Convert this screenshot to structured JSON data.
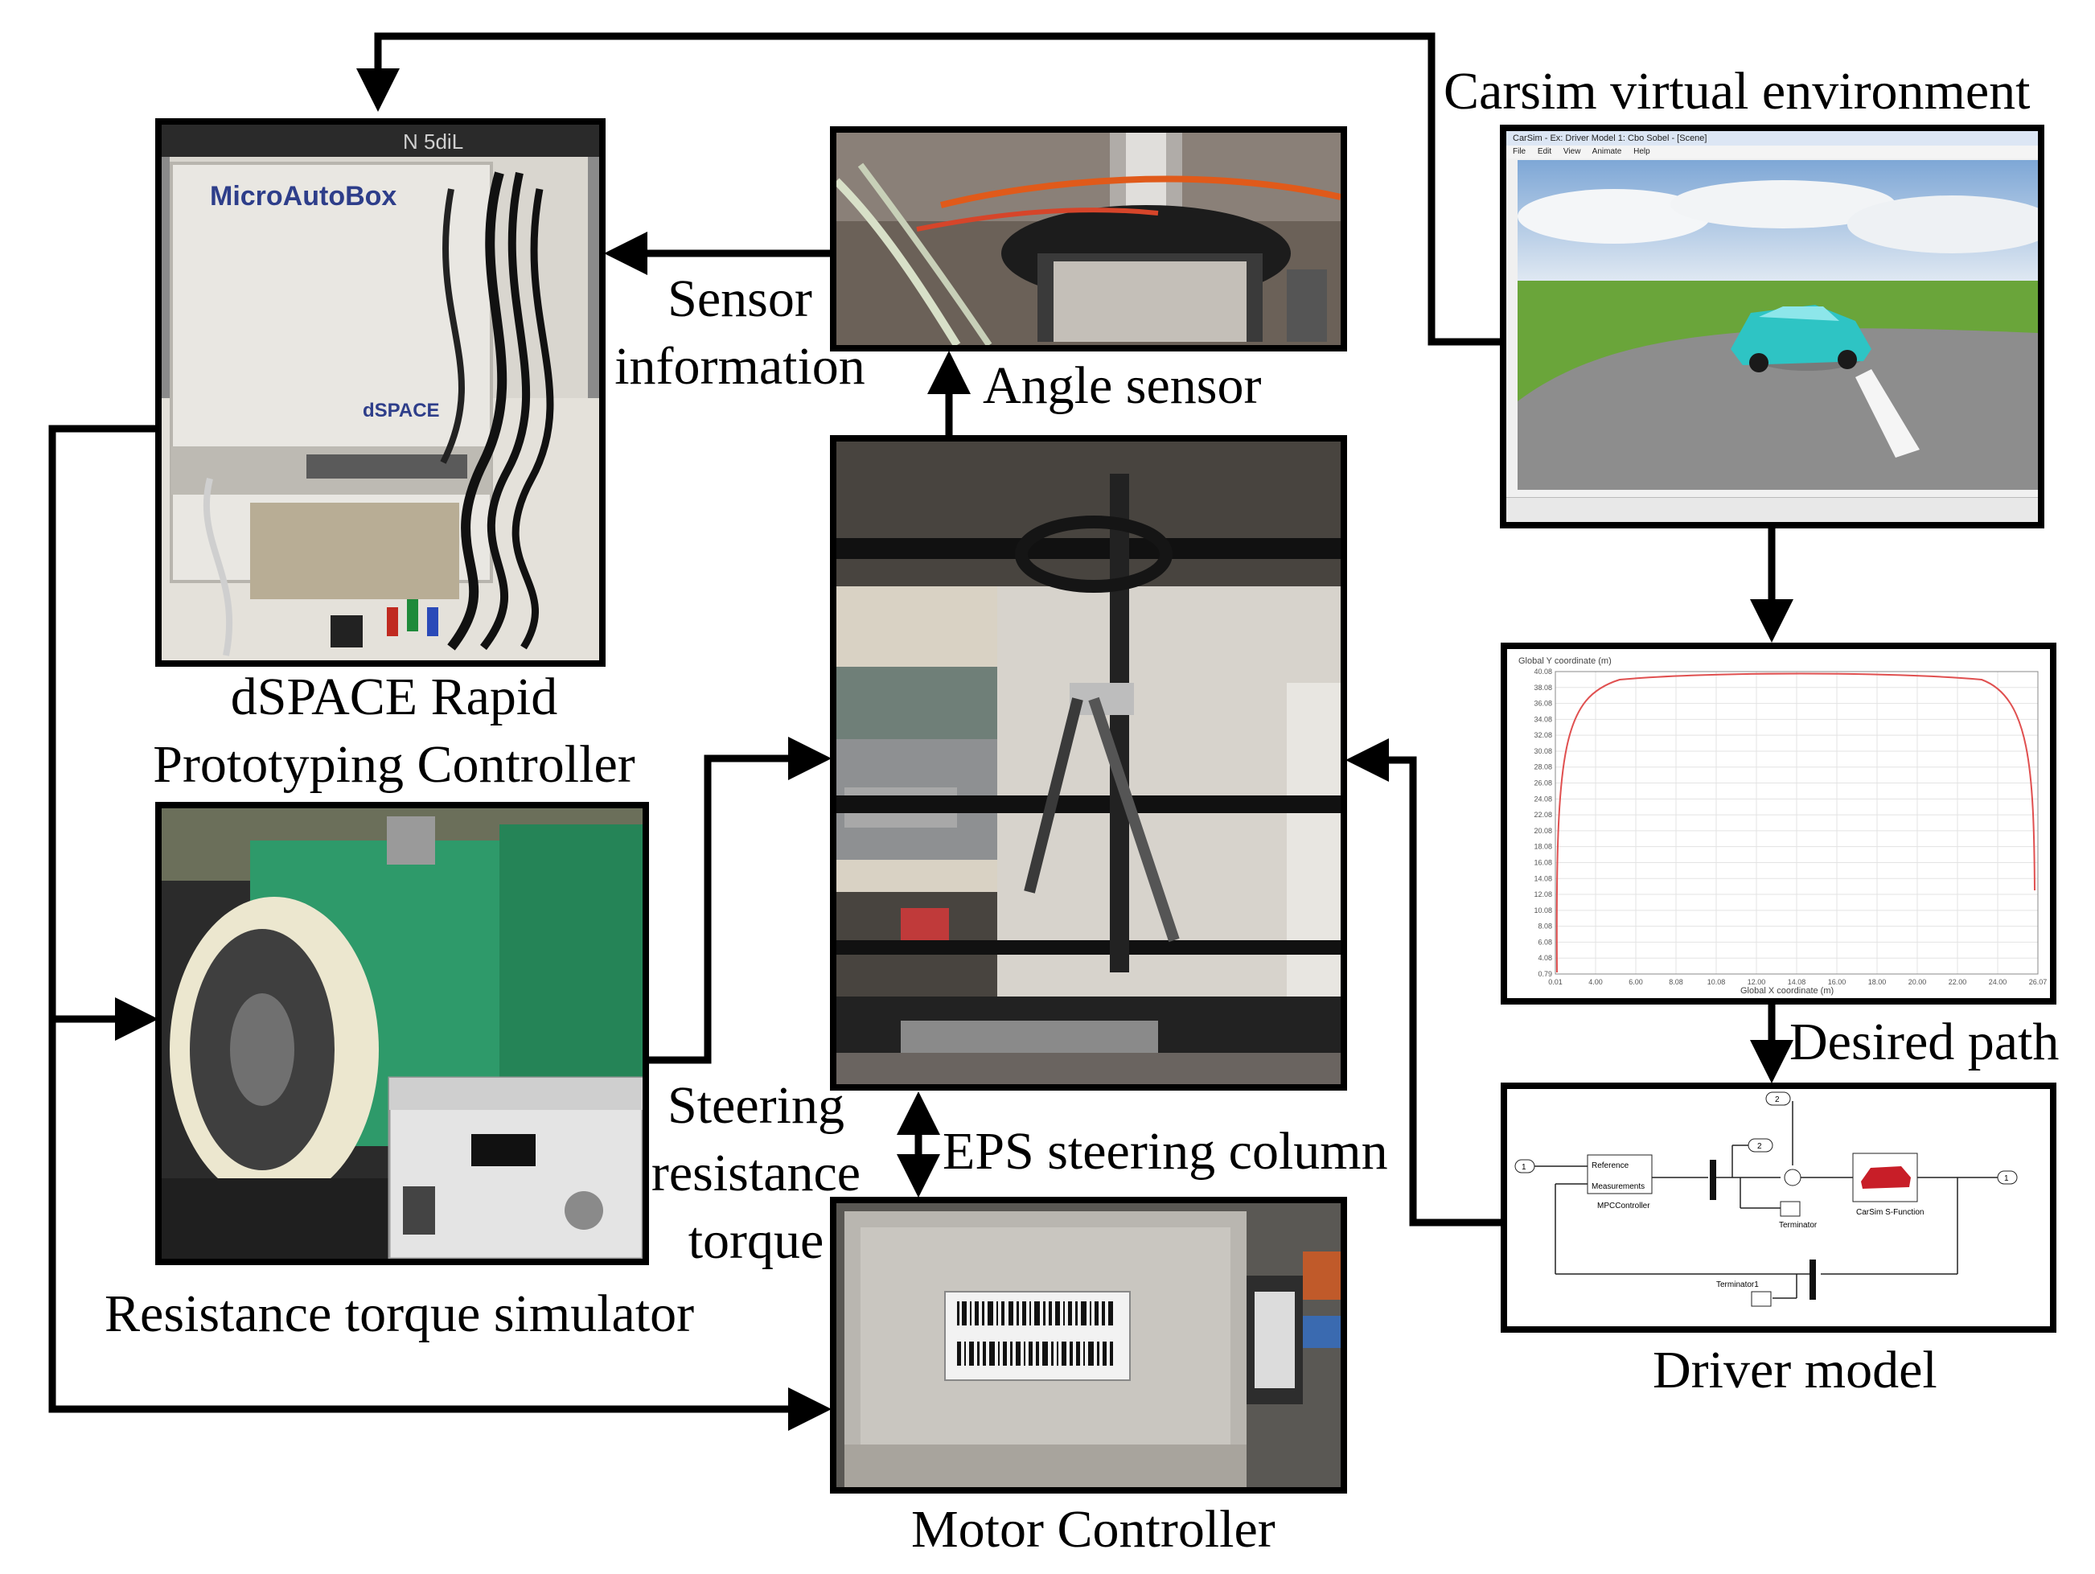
{
  "labels": {
    "carsim": "Carsim virtual environment",
    "sensor_info_1": "Sensor",
    "sensor_info_2": "information",
    "angle_sensor": "Angle sensor",
    "dspace_1": "dSPACE Rapid",
    "dspace_2": "Prototyping Controller",
    "desired_path": "Desired path",
    "steering_1": "Steering",
    "steering_2": "resistance",
    "steering_3": "torque",
    "eps_column": "EPS steering column",
    "resistance_sim": "Resistance torque simulator",
    "driver_model": "Driver model",
    "motor_controller": "Motor Controller"
  },
  "photos": {
    "dspace_box_brand": "MicroAutoBox",
    "dspace_logo": "dSPACE",
    "dspace_top_logo": "N 5diL"
  },
  "carsim_window": {
    "title": "CarSim - Ex: Driver Model 1: Cbo Sobel - [Scene]",
    "menu": [
      "File",
      "Edit",
      "View",
      "Animate",
      "Help"
    ]
  },
  "path_plot": {
    "ylabel": "Global Y coordinate (m)",
    "xlabel": "Global X coordinate (m)",
    "yticks": [
      "40.08",
      "38.08",
      "36.08",
      "34.08",
      "32.08",
      "30.08",
      "28.08",
      "26.08",
      "24.08",
      "22.08",
      "20.08",
      "18.08",
      "16.08",
      "14.08",
      "12.08",
      "10.08",
      "8.08",
      "6.08",
      "4.08",
      "0.79"
    ],
    "xticks": [
      "0.01",
      "4.00",
      "6.00",
      "8.08",
      "10.08",
      "12.00",
      "14.08",
      "16.00",
      "18.00",
      "20.00",
      "22.00",
      "24.00",
      "26.07"
    ]
  },
  "simulink": {
    "block_reference": "Reference",
    "block_measurements": "Measurements",
    "block_mpc": "MPCController",
    "block_carsim": "CarSim S-Function",
    "block_terminator": "Terminator",
    "block_terminator1": "Terminator1",
    "const_1": "1",
    "const_2a": "2",
    "const_2b": "2",
    "out_1": "1"
  },
  "colors": {
    "line": "#000000",
    "path_curve": "#e05050",
    "grid": "#e3e3e3",
    "car": "#2ec4c4",
    "red_car": "#c81e28",
    "green_machine": "#2e9a6a"
  }
}
